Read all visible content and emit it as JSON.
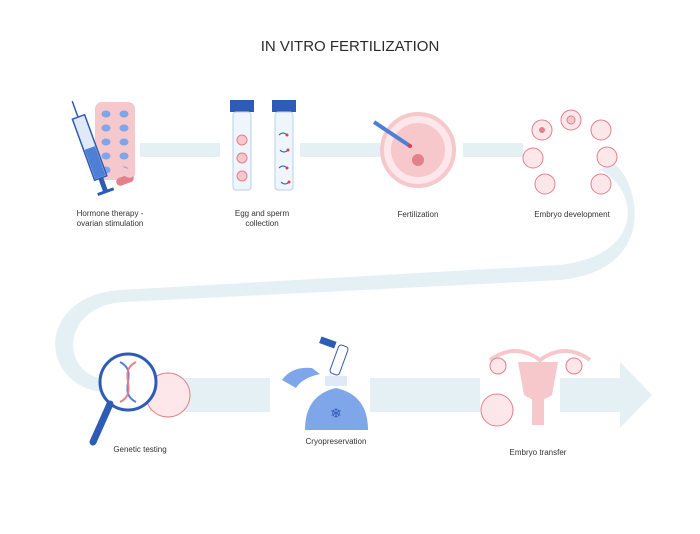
{
  "title": "IN VITRO FERTILIZATION",
  "steps": [
    {
      "label_line1": "Hormone therapy -",
      "label_line2": "ovarian stimulation",
      "icon": "syringe-pills-icon"
    },
    {
      "label_line1": "Egg and sperm",
      "label_line2": "collection",
      "icon": "test-tubes-icon"
    },
    {
      "label_line1": "Fertilization",
      "label_line2": "",
      "icon": "egg-cell-icon"
    },
    {
      "label_line1": "Embryo development",
      "label_line2": "",
      "icon": "embryo-cells-icon"
    },
    {
      "label_line1": "Genetic testing",
      "label_line2": "",
      "icon": "dna-magnifier-icon"
    },
    {
      "label_line1": "Cryopreservation",
      "label_line2": "",
      "icon": "cryo-tank-icon"
    },
    {
      "label_line1": "Embryo transfer",
      "label_line2": "",
      "icon": "uterus-icon"
    }
  ],
  "colors": {
    "path": "#e5f0f4",
    "blue": "#4d7fd6",
    "dark_blue": "#2e5bb5",
    "pink": "#f6c7cb",
    "deep_pink": "#e47f8c",
    "red": "#d9414d"
  }
}
